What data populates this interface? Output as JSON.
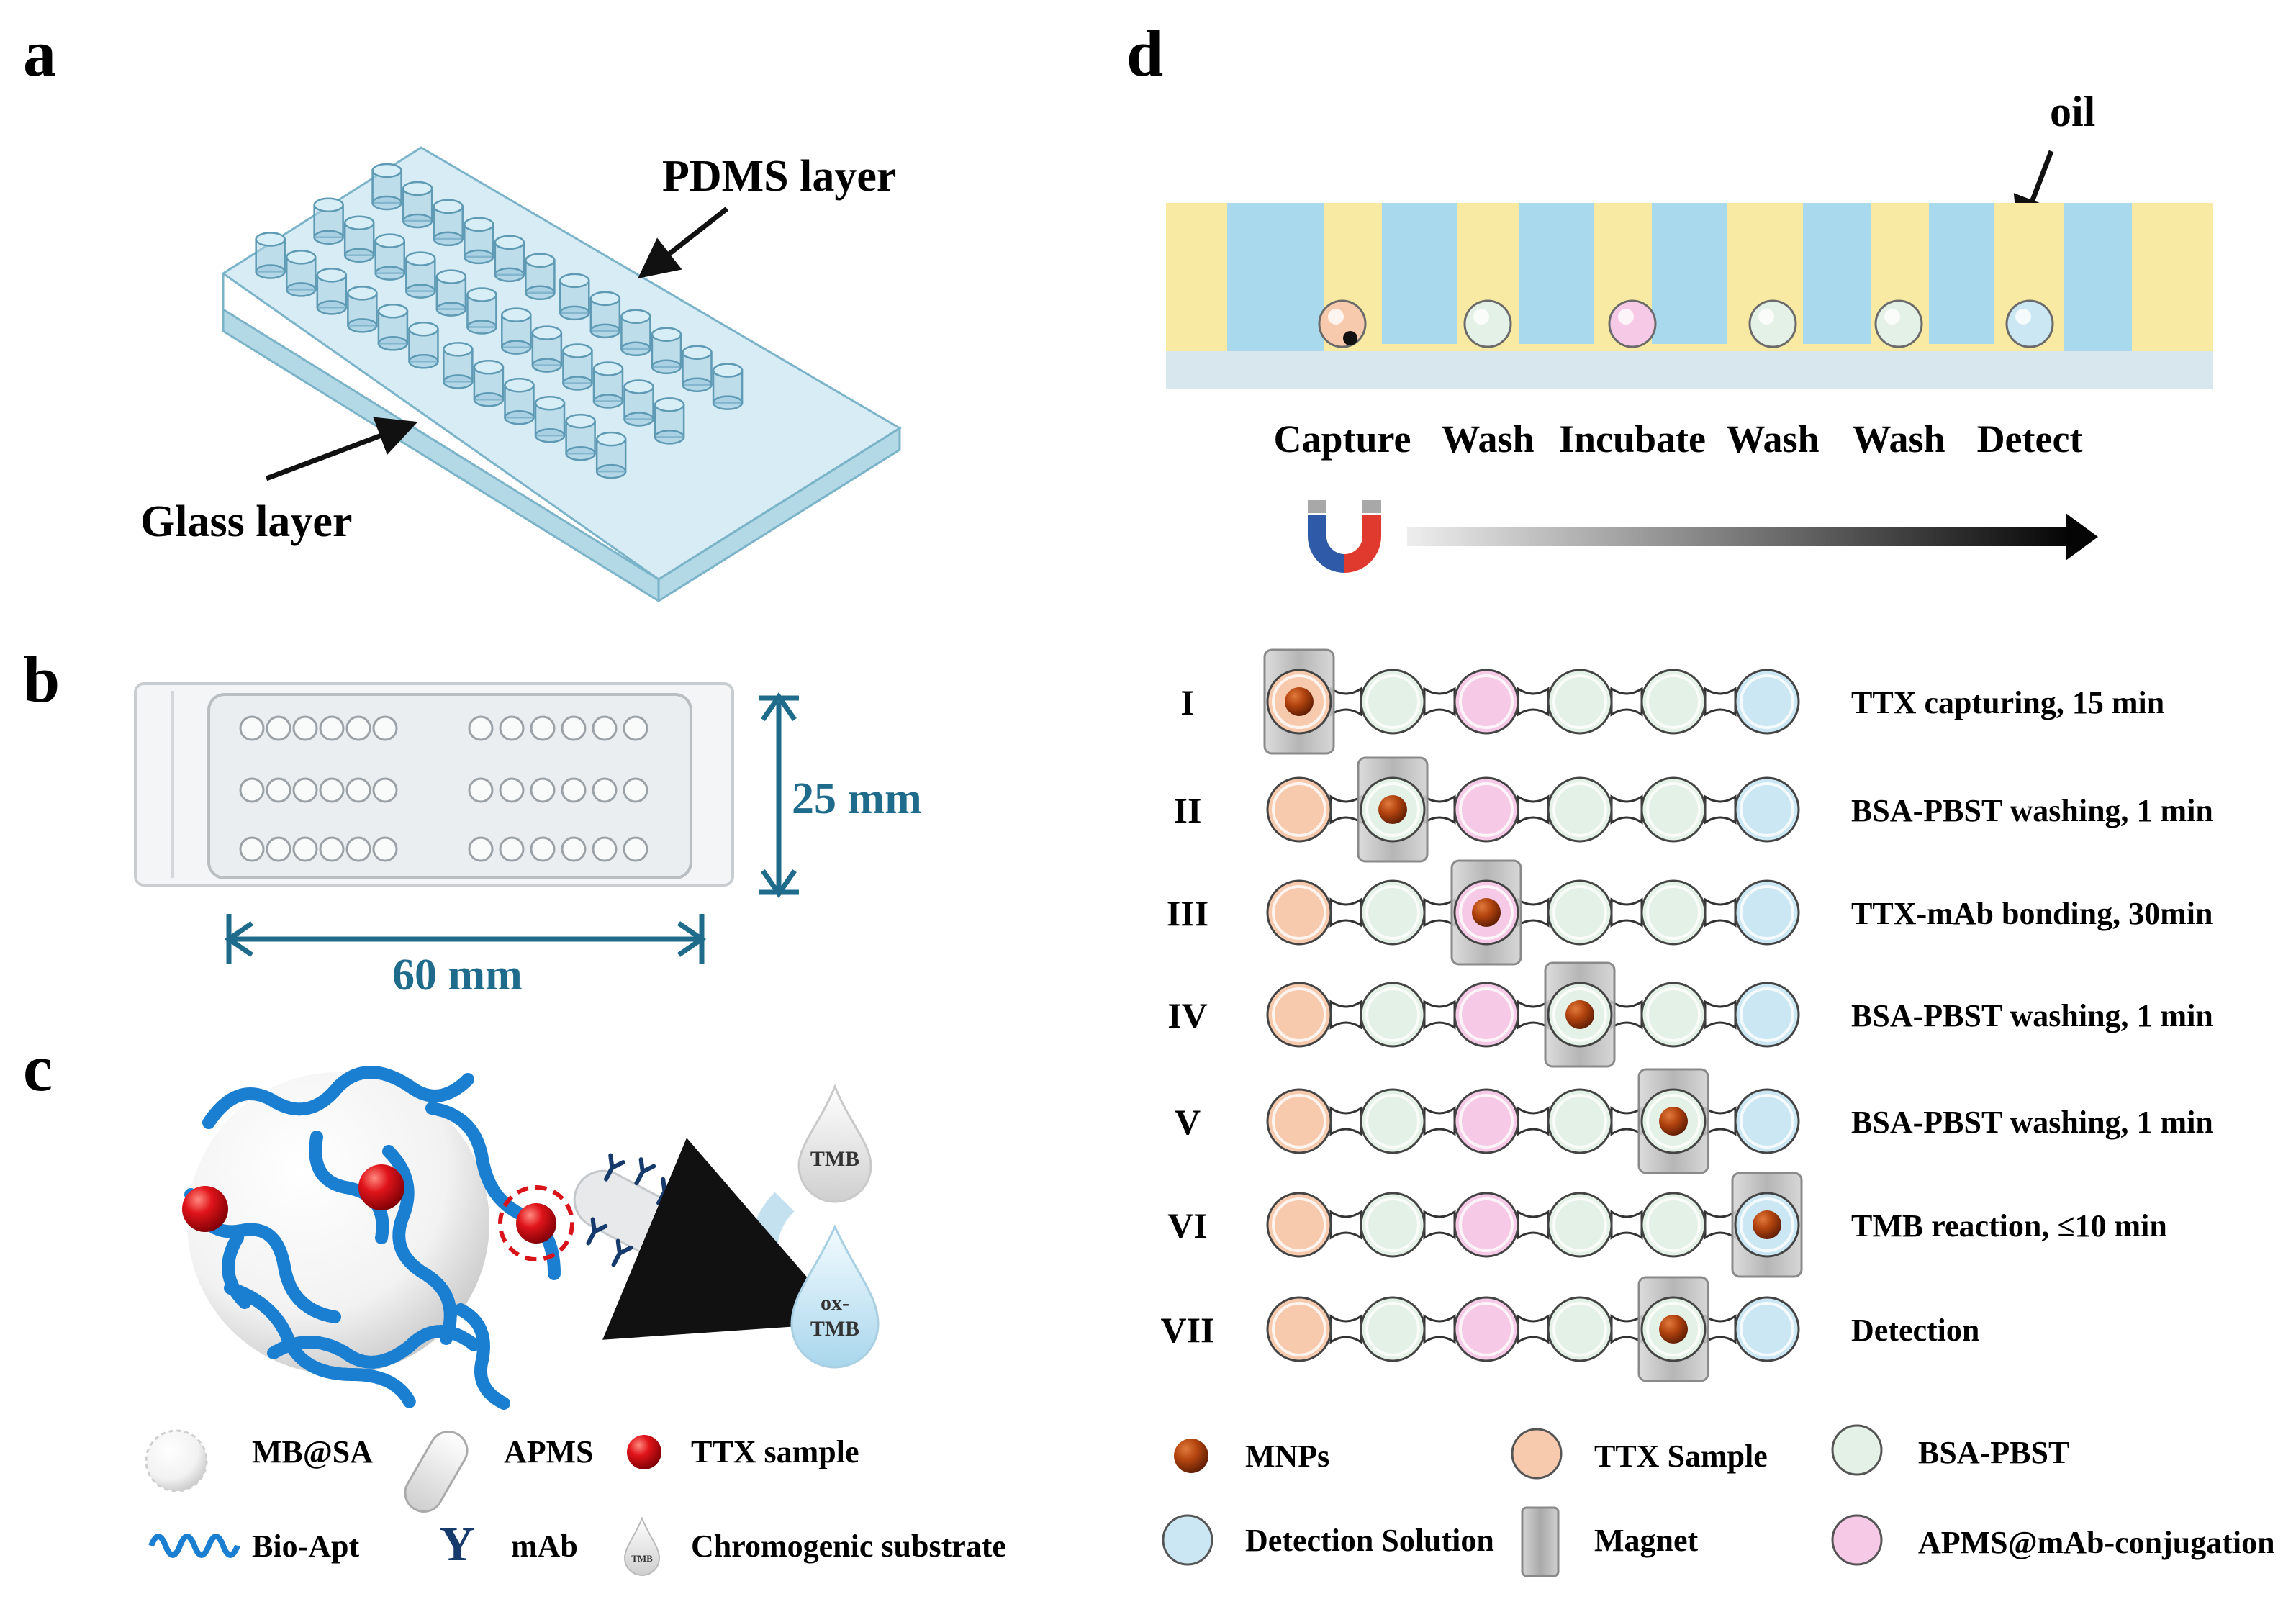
{
  "panels": {
    "a": "a",
    "b": "b",
    "c": "c",
    "d": "d"
  },
  "panel_a": {
    "pdms_label": "PDMS layer",
    "glass_label": "Glass layer"
  },
  "panel_b": {
    "height_label": "25 mm",
    "width_label": "60 mm"
  },
  "panel_c": {
    "drop_tmb": "TMB",
    "drop_ox_line1": "ox-",
    "drop_ox_line2": "TMB",
    "legend": [
      {
        "icon": "mb-sa-icon",
        "label": "MB@SA"
      },
      {
        "icon": "apms-icon",
        "label": "APMS"
      },
      {
        "icon": "ttx-sample-icon",
        "label": "TTX sample"
      },
      {
        "icon": "bio-apt-icon",
        "label": "Bio-Apt"
      },
      {
        "icon": "mab-icon",
        "glyph": "Y",
        "label": "mAb"
      },
      {
        "icon": "chromogenic-drop-icon",
        "glyph": "TMB",
        "label": "Chromogenic substrate"
      }
    ]
  },
  "panel_d": {
    "oil_label": "oil",
    "steps": [
      "Capture",
      "Wash",
      "Incubate",
      "Wash",
      "Wash",
      "Detect"
    ],
    "chamber_colors": [
      "#f7c9ad",
      "#e4f1e6",
      "#f6c9e6",
      "#e4f1e6",
      "#e4f1e6",
      "#cbe7f3"
    ],
    "chamber_types": [
      "ttx-sample",
      "bsa-pbst",
      "apms-mab",
      "bsa-pbst",
      "bsa-pbst",
      "detection-solution"
    ],
    "rows": [
      {
        "numeral": "I",
        "mnp_index": 0,
        "description": "TTX capturing, 15 min"
      },
      {
        "numeral": "II",
        "mnp_index": 1,
        "description": "BSA-PBST washing, 1 min"
      },
      {
        "numeral": "III",
        "mnp_index": 2,
        "description": "TTX-mAb bonding,  30min"
      },
      {
        "numeral": "IV",
        "mnp_index": 3,
        "description": "BSA-PBST washing, 1 min"
      },
      {
        "numeral": "V",
        "mnp_index": 4,
        "description": "BSA-PBST washing, 1 min"
      },
      {
        "numeral": "VI",
        "mnp_index": 5,
        "description": "TMB reaction, ≤10 min"
      },
      {
        "numeral": "VII",
        "mnp_index": 4,
        "description": "Detection"
      }
    ],
    "legend": [
      {
        "icon": "mnp-icon",
        "label": "MNPs"
      },
      {
        "icon": "ttx-sample-chamber-icon",
        "label": "TTX Sample"
      },
      {
        "icon": "bsa-pbst-chamber-icon",
        "label": "BSA-PBST"
      },
      {
        "icon": "detection-solution-chamber-icon",
        "label": "Detection Solution"
      },
      {
        "icon": "magnet-icon",
        "label": "Magnet"
      },
      {
        "icon": "apms-mab-chamber-icon",
        "label": "APMS@mAb-conjugation"
      }
    ]
  },
  "colors": {
    "pdms": "#c9e4ef",
    "pdms_edge": "#7bb3c9",
    "tube": "#a9d2e4",
    "dim_line": "#1f6b8c",
    "apt": "#1a7fd1",
    "ttx_red": "#d8141a",
    "mnp": "#a8430f",
    "bar_blue": "#a9d9ec",
    "oil_yellow": "#f8eaa2",
    "glass": "#d8e7ee",
    "magnet": "#b9b9b9"
  }
}
